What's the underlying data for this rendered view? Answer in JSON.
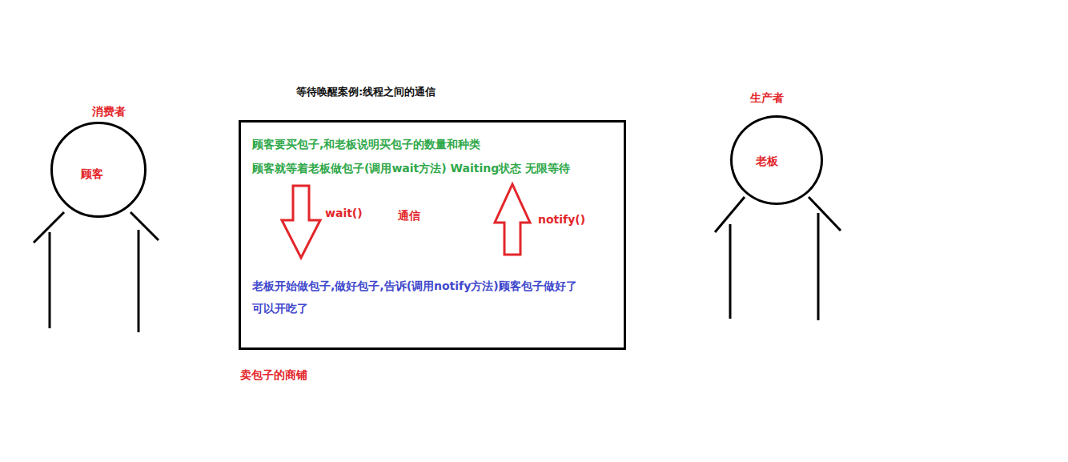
{
  "diagram": {
    "title": "等待唤醒案例:线程之间的通信",
    "nodes": [
      {
        "text": [
          "消费者",
          "顾客"
        ]
      },
      {
        "text": [
          "顾客要买包子,和老板说明买包子的数量和种类",
          "顾客就等着老板做包子(调用wait方法) Waiting状态 无限等待",
          "老板开始做包子,做好包子,告诉(调用notify方法)顾客包子做好了 可以开吃了",
          "卖包子的商铺"
        ]
      },
      {
        "text": [
          "生产者",
          "老板"
        ]
      }
    ],
    "labels": [
      "wait()",
      "通信",
      "notify()"
    ]
  }
}
